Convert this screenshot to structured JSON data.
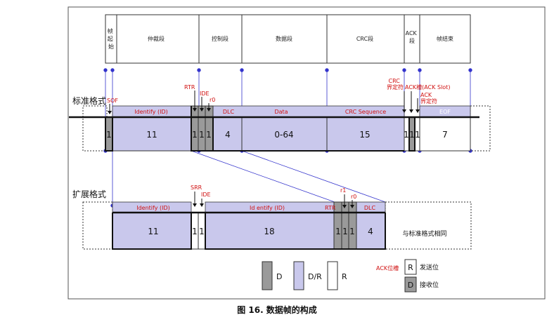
{
  "segments": {
    "sof_header": "帧起始",
    "arbitration": "仲裁段",
    "control": "控制段",
    "data": "数据段",
    "crc": "CRC段",
    "ack": "ACK段",
    "eof_header": "帧结束"
  },
  "standard": {
    "label": "标准格式",
    "marks": {
      "sof": "SOF",
      "rtr": "RTR",
      "ide": "IDE",
      "r0": "r0",
      "crc_delim": "CRC 界定符",
      "ack_slot": "ACK槽(ACK Slot)",
      "ack_delim": "ACK 界定符"
    },
    "fields": {
      "identify": "Identify (ID)",
      "dlc": "DLC",
      "data": "Data",
      "crc_seq": "CRC Sequence",
      "eof": "EOF"
    },
    "values": {
      "sof": "1",
      "id": "11",
      "rtr": "1",
      "ide": "1",
      "r0": "1",
      "dlc": "4",
      "data": "0-64",
      "crc": "15",
      "crc_delim": "1",
      "ack_slot": "1",
      "ack_delim": "1",
      "eof": "7"
    }
  },
  "extended": {
    "label": "扩展格式",
    "marks": {
      "srr": "SRR",
      "ide": "IDE",
      "rtr": "RTR",
      "r1": "r1",
      "r0": "r0"
    },
    "fields": {
      "identify": "Identify (ID)",
      "id_ext": "Id entify (ID)",
      "dlc": "DLC"
    },
    "values": {
      "id": "11",
      "srr": "1",
      "ide": "1",
      "id_ext": "18",
      "rtr": "1",
      "r1": "1",
      "r0": "1",
      "dlc": "4"
    },
    "same_note": "与标准格式相同"
  },
  "legend": {
    "dominant": "D",
    "either": "D/R",
    "recessive": "R",
    "ack_slot": "ACK位槽",
    "send_r": "R",
    "send_label": "发送位",
    "recv_d": "D",
    "recv_label": "接收位"
  },
  "caption": "图 16.   数据帧的构成",
  "colors": {
    "gray": "#9a9a9a",
    "lavender": "#c9c8ec",
    "red": "#d01010",
    "blue": "#3333cc"
  }
}
